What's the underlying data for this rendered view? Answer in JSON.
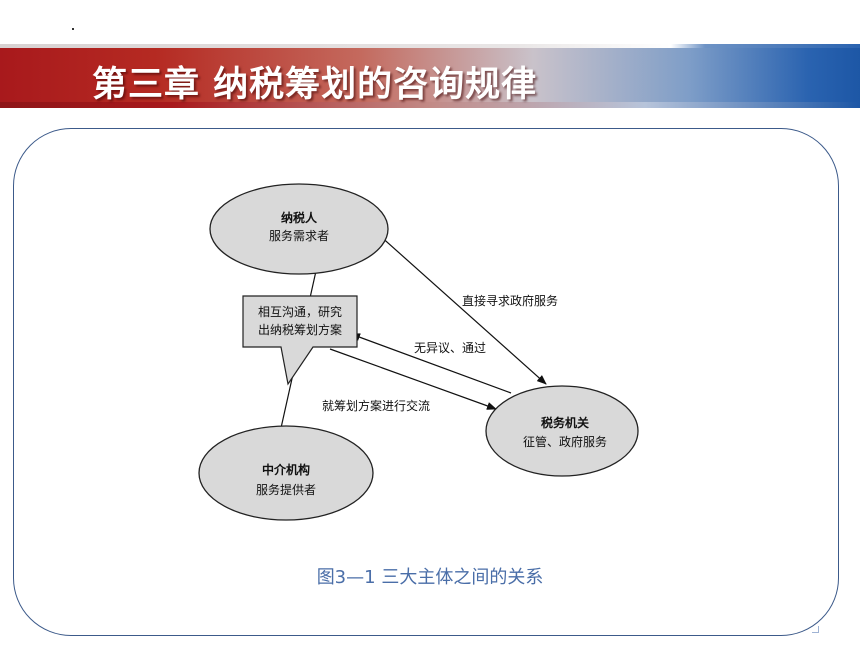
{
  "slide": {
    "title": "第三章  纳税筹划的咨询规律",
    "caption": "图3—1    三大主体之间的关系"
  },
  "diagram": {
    "nodes": {
      "taxpayer": {
        "line1": "纳税人",
        "line2": "服务需求者"
      },
      "agency": {
        "line1": "中介机构",
        "line2": "服务提供者"
      },
      "tax_authority": {
        "line1": "税务机关",
        "line2": "征管、政府服务"
      }
    },
    "callout": {
      "line1": "相互沟通，研究",
      "line2": "出纳税筹划方案"
    },
    "edges": {
      "direct": "直接寻求政府服务",
      "approve": "无异议、通过",
      "exchange": "就筹划方案进行交流"
    }
  },
  "colors": {
    "title_red": "#a8191c",
    "title_blue": "#1d57a6",
    "ellipse_fill": "#d9d9d9",
    "frame_border": "#3c5a8a",
    "caption_blue": "#4a6ea8"
  }
}
